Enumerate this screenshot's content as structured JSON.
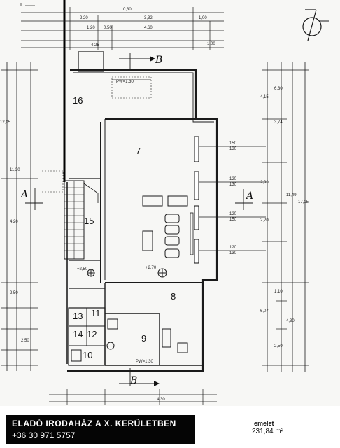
{
  "banner": {
    "title": "ELADÓ IRODAHÁZ A X. KERÜLETBEN",
    "phone": "+36 30 971 5757"
  },
  "floor": {
    "name": "emelet",
    "area": "231,84 m²"
  },
  "plan": {
    "rooms": [
      "16",
      "7",
      "15",
      "8",
      "9",
      "10",
      "11",
      "12",
      "13",
      "14"
    ],
    "section_labels": [
      "B",
      "B",
      "A",
      "A"
    ],
    "level_marks": [
      "+2,50",
      "+2,70"
    ],
    "top_dimensions": [
      "0,30",
      "2,20",
      "3,32",
      "1,00",
      "1,20",
      "0,50",
      "4,60",
      "4,25",
      "1,00"
    ],
    "bottom_dimensions": [
      "4,30"
    ],
    "window_dimensions": [
      "150",
      "130",
      "120",
      "130",
      "120",
      "150",
      "120",
      "130"
    ],
    "window_labels": [
      "PW=1.30",
      "PW=1.30"
    ],
    "right_dimensions": [
      "4,15",
      "6,30",
      "3,74",
      "11,49",
      "17,15",
      "2,00",
      "2,20",
      "6,07",
      "4,30",
      "1,10",
      "2,50"
    ],
    "left_dimensions": [
      "12,05",
      "11,30",
      "4,20",
      "2,50",
      "2,50"
    ]
  }
}
